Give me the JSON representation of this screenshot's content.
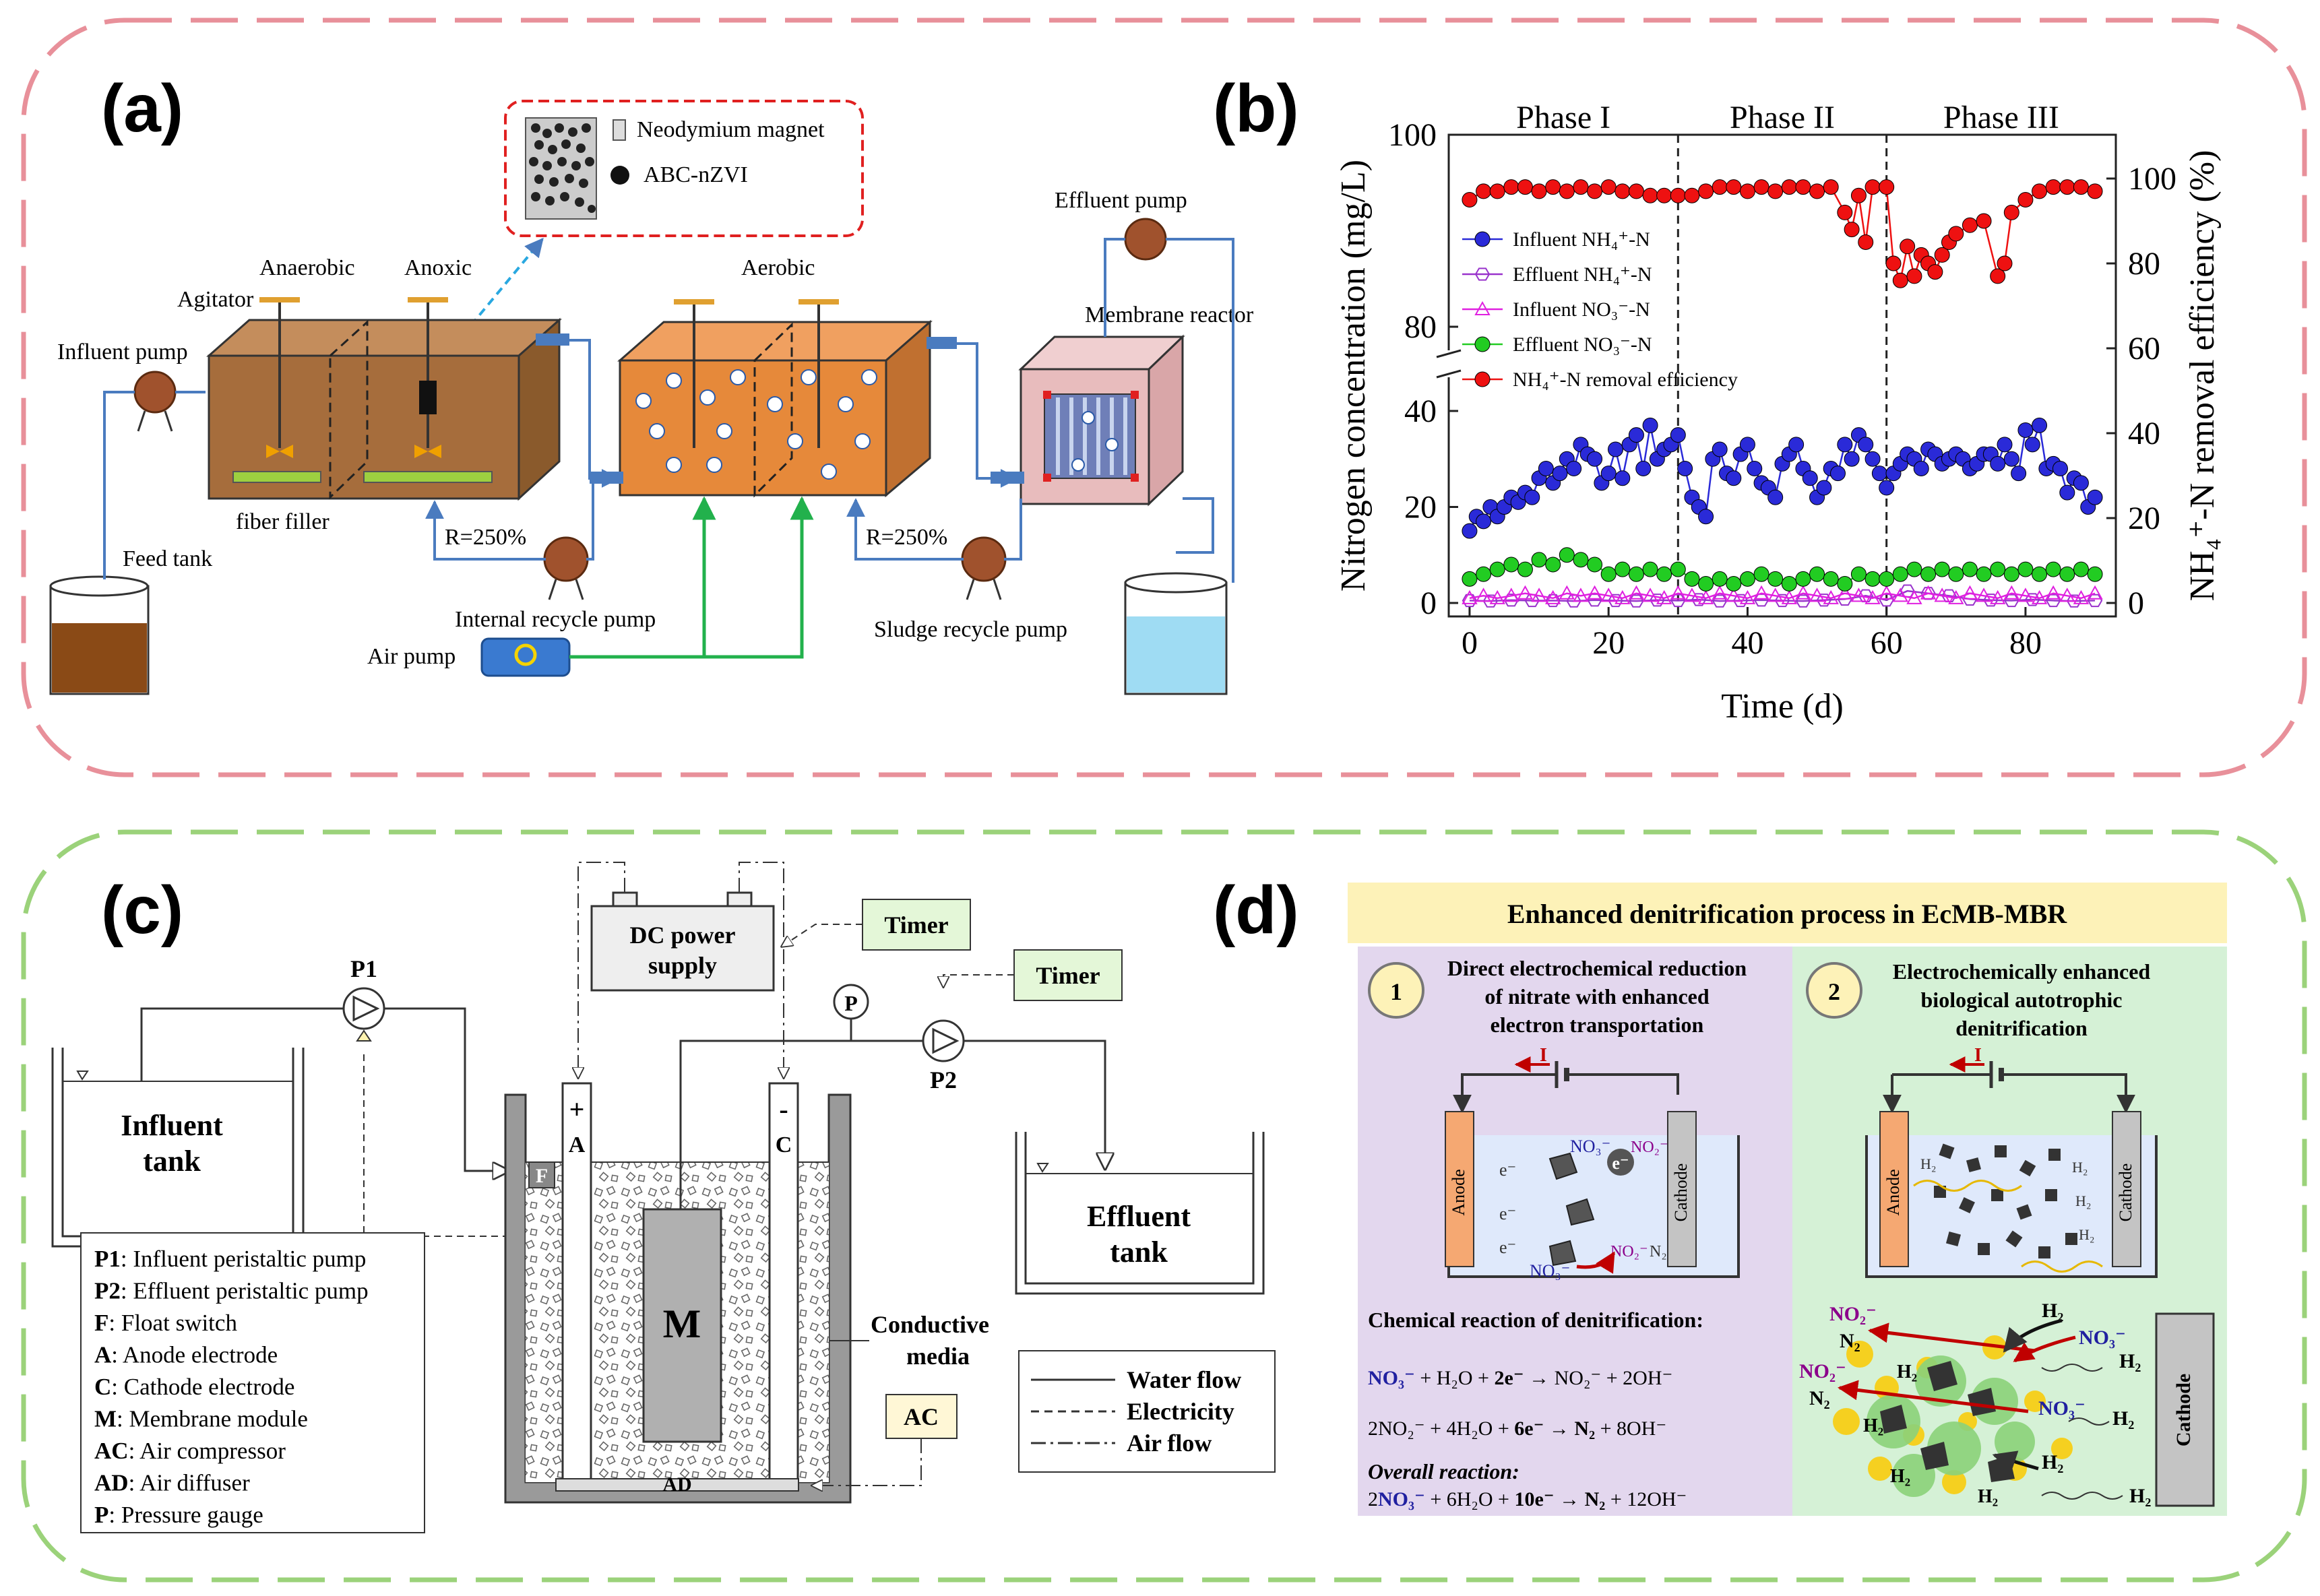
{
  "panels": {
    "a": {
      "label": "(a)",
      "magnet": "Neodymium magnet",
      "nzvi": "ABC-nZVI",
      "anaerobic": "Anaerobic",
      "anoxic": "Anoxic",
      "aerobic": "Aerobic",
      "agitator": "Agitator",
      "influent_pump": "Influent pump",
      "effluent_pump": "Effluent pump",
      "membrane_reactor": "Membrane reactor",
      "fiber_filler": "fiber filler",
      "feed_tank": "Feed tank",
      "r_internal": "R=250%",
      "r_sludge": "R=250%",
      "internal_pump": "Internal recycle pump",
      "air_pump": "Air pump",
      "sludge_pump": "Sludge recycle pump"
    },
    "b": {
      "label": "(b)",
      "ylabel": "Nitrogen concentration (mg/L)",
      "y2label": "NH₄⁺-N removal efficiency (%)",
      "xlabel": "Time (d)"
    },
    "c": {
      "label": "(c)",
      "dc_line1": "DC power",
      "dc_line2": "supply",
      "timer1": "Timer",
      "timer2": "Timer",
      "p_gauge": "P",
      "p1": "P1",
      "p2": "P2",
      "influent_l1": "Influent",
      "influent_l2": "tank",
      "effluent_l1": "Effluent",
      "effluent_l2": "tank",
      "anode_sign": "+",
      "anode_letter": "A",
      "cathode_sign": "-",
      "cathode_letter": "C",
      "float": "F",
      "membrane": "M",
      "ad": "AD",
      "ac": "AC",
      "conductive_l1": "Conductive",
      "conductive_l2": "media",
      "legend": [
        "Water flow",
        "Electricity",
        "Air flow"
      ],
      "key": [
        {
          "k": "P1",
          "v": ": Influent peristaltic pump"
        },
        {
          "k": "P2",
          "v": ": Effluent peristaltic pump"
        },
        {
          "k": "F",
          "v": ": Float switch"
        },
        {
          "k": "A",
          "v": ": Anode electrode"
        },
        {
          "k": "C",
          "v": ": Cathode electrode"
        },
        {
          "k": "M",
          "v": ": Membrane module"
        },
        {
          "k": "AC",
          "v": ": Air compressor"
        },
        {
          "k": "AD",
          "v": ": Air diffuser"
        },
        {
          "k": "P",
          "v": ": Pressure gauge"
        }
      ]
    },
    "d": {
      "label": "(d)",
      "title": "Enhanced denitrification process in EcMB-MBR",
      "num1": "1",
      "num2": "2",
      "head1": [
        "Direct electrochemical reduction",
        "of nitrate with enhanced",
        "electron transportation"
      ],
      "head2": [
        "Electrochemically enhanced",
        "biological autotrophic",
        "denitrification"
      ],
      "anode": "Anode",
      "cathode": "Cathode",
      "current": "I",
      "reaction_title": "Chemical reaction of denitrification:",
      "overall_title": "Overall reaction",
      "h2": "H₂",
      "no3": "NO₃⁻",
      "no2": "NO₂⁻",
      "n2": "N₂",
      "e": "e⁻"
    }
  },
  "chart_data": {
    "type": "scatter",
    "phases": [
      "Phase I",
      "Phase II",
      "Phase III"
    ],
    "phase_boundaries": [
      30,
      60
    ],
    "xlabel": "Time (d)",
    "ylabel": "Nitrogen concentration (mg/L)",
    "y2label": "NH₄⁺-N removal efficiency (%)",
    "xlim": [
      -3,
      93
    ],
    "xticks": [
      0,
      20,
      40,
      60,
      80
    ],
    "yticks_lower": [
      0,
      20,
      40
    ],
    "yticks_upper": [
      80,
      100
    ],
    "y2ticks": [
      0,
      20,
      40,
      60,
      80,
      100
    ],
    "legend": [
      "Influent NH₄⁺-N",
      "Effluent NH₄⁺-N",
      "Influent NO₃⁻-N",
      "Effluent NO₃⁻-N",
      "NH₄⁺-N removal efficiency"
    ],
    "series": [
      {
        "name": "Influent NH₄⁺-N",
        "color": "#2a2ad8",
        "marker": "circle",
        "axis": "left",
        "x": [
          0,
          1,
          2,
          3,
          4,
          5,
          6,
          7,
          8,
          9,
          10,
          11,
          12,
          13,
          14,
          15,
          16,
          17,
          18,
          19,
          20,
          21,
          22,
          23,
          24,
          25,
          26,
          27,
          28,
          29,
          30,
          31,
          32,
          33,
          34,
          35,
          36,
          37,
          38,
          39,
          40,
          41,
          42,
          43,
          44,
          45,
          46,
          47,
          48,
          49,
          50,
          51,
          52,
          53,
          54,
          55,
          56,
          57,
          58,
          59,
          60,
          61,
          62,
          63,
          64,
          65,
          66,
          67,
          68,
          69,
          70,
          71,
          72,
          73,
          74,
          75,
          76,
          77,
          78,
          79,
          80,
          81,
          82,
          83,
          84,
          85,
          86,
          87,
          88,
          89,
          90
        ],
        "y": [
          15,
          18,
          17,
          20,
          18,
          20,
          22,
          21,
          23,
          22,
          26,
          28,
          25,
          27,
          30,
          28,
          33,
          31,
          30,
          25,
          27,
          32,
          26,
          33,
          35,
          28,
          37,
          30,
          32,
          33,
          35,
          28,
          22,
          20,
          18,
          30,
          32,
          27,
          26,
          31,
          33,
          28,
          25,
          24,
          22,
          29,
          31,
          33,
          28,
          26,
          22,
          24,
          28,
          27,
          33,
          30,
          35,
          33,
          30,
          27,
          24,
          27,
          29,
          31,
          30,
          28,
          32,
          31,
          29,
          30,
          31,
          30,
          28,
          29,
          31,
          31,
          29,
          33,
          30,
          27,
          36,
          33,
          37,
          28,
          29,
          28,
          23,
          26,
          25,
          20,
          22
        ]
      },
      {
        "name": "Effluent NH₄⁺-N",
        "color": "#9933cc",
        "marker": "hexagon",
        "axis": "left",
        "x": [
          0,
          3,
          6,
          9,
          12,
          15,
          18,
          21,
          24,
          27,
          30,
          33,
          36,
          39,
          42,
          45,
          48,
          51,
          54,
          57,
          60,
          63,
          66,
          69,
          72,
          75,
          78,
          81,
          84,
          87,
          90
        ],
        "y": [
          0.5,
          0.4,
          0.6,
          0.5,
          0.5,
          0.4,
          0.6,
          0.5,
          0.4,
          0.6,
          0.5,
          0.7,
          0.4,
          0.5,
          0.6,
          0.5,
          0.4,
          0.6,
          0.8,
          1.5,
          0.6,
          2.5,
          2,
          1.5,
          0.8,
          0.6,
          0.5,
          0.7,
          0.5,
          0.4,
          0.5
        ]
      },
      {
        "name": "Influent NO₃⁻-N",
        "color": "#e020e0",
        "marker": "triangle",
        "axis": "left",
        "x": [
          0,
          2,
          4,
          6,
          8,
          10,
          12,
          14,
          16,
          18,
          20,
          22,
          24,
          26,
          28,
          30,
          32,
          34,
          36,
          38,
          40,
          42,
          44,
          46,
          48,
          50,
          52,
          54,
          56,
          58,
          60,
          62,
          64,
          66,
          68,
          70,
          72,
          74,
          76,
          78,
          80,
          82,
          84,
          86,
          88,
          90
        ],
        "y": [
          1,
          1.5,
          1,
          1.5,
          2,
          1.5,
          1,
          2,
          1.5,
          2,
          1.5,
          1,
          2,
          1.5,
          1,
          2,
          1.5,
          1,
          2,
          1.5,
          1,
          2,
          1.5,
          1,
          2,
          1.5,
          1,
          2,
          1.5,
          1,
          2,
          1.5,
          1,
          2,
          1.5,
          1,
          2,
          1.5,
          1,
          2,
          1.5,
          1,
          2,
          1.5,
          1,
          2
        ]
      },
      {
        "name": "Effluent NO₃⁻-N",
        "color": "#22cc22",
        "marker": "circle",
        "axis": "left",
        "x": [
          0,
          2,
          4,
          6,
          8,
          10,
          12,
          14,
          16,
          18,
          20,
          22,
          24,
          26,
          28,
          30,
          32,
          34,
          36,
          38,
          40,
          42,
          44,
          46,
          48,
          50,
          52,
          54,
          56,
          58,
          60,
          62,
          64,
          66,
          68,
          70,
          72,
          74,
          76,
          78,
          80,
          82,
          84,
          86,
          88,
          90
        ],
        "y": [
          5,
          6,
          7,
          8,
          7,
          9,
          8,
          10,
          9,
          8,
          6,
          7,
          6,
          7,
          6,
          7,
          5,
          4,
          5,
          4,
          5,
          6,
          5,
          4,
          5,
          6,
          5,
          4,
          6,
          5,
          5,
          6,
          7,
          6,
          7,
          6,
          7,
          6,
          7,
          6,
          7,
          6,
          7,
          6,
          7,
          6
        ]
      },
      {
        "name": "NH₄⁺-N removal efficiency",
        "color": "#ee1111",
        "marker": "circle",
        "axis": "right",
        "x": [
          0,
          2,
          4,
          6,
          8,
          10,
          12,
          14,
          16,
          18,
          20,
          22,
          24,
          26,
          28,
          30,
          32,
          34,
          36,
          38,
          40,
          42,
          44,
          46,
          48,
          50,
          52,
          54,
          55,
          56,
          57,
          58,
          60,
          61,
          62,
          63,
          64,
          65,
          66,
          67,
          68,
          69,
          70,
          72,
          74,
          76,
          77,
          78,
          80,
          82,
          84,
          86,
          88,
          90
        ],
        "y": [
          95,
          97,
          97,
          98,
          98,
          97,
          98,
          97,
          98,
          97,
          98,
          97,
          97,
          96,
          96,
          96,
          96,
          97,
          98,
          98,
          97,
          98,
          97,
          98,
          98,
          97,
          98,
          92,
          88,
          96,
          85,
          98,
          98,
          80,
          76,
          84,
          77,
          82,
          80,
          78,
          82,
          85,
          87,
          89,
          90,
          77,
          80,
          92,
          95,
          97,
          98,
          98,
          98,
          97
        ]
      }
    ]
  }
}
